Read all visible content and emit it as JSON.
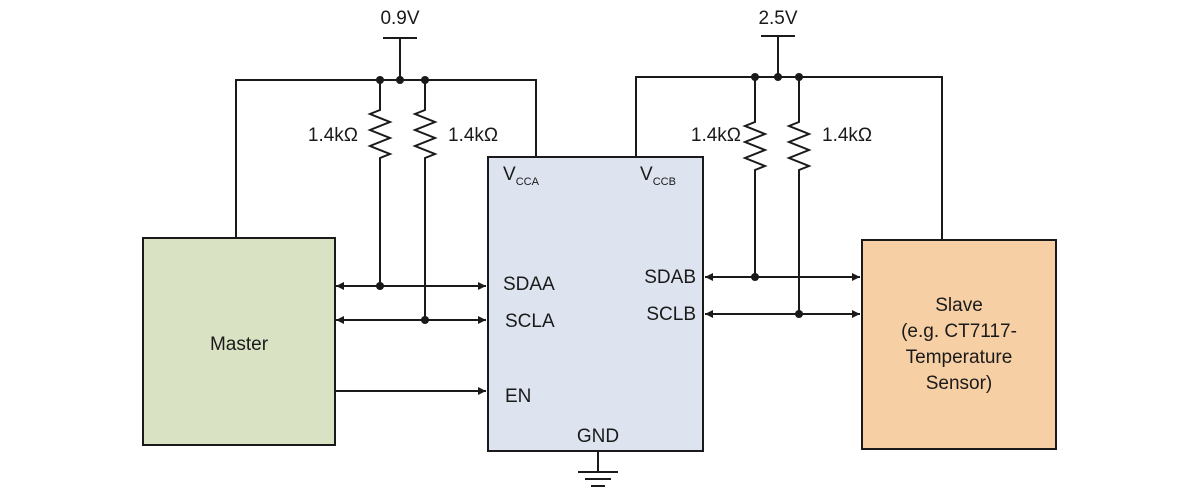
{
  "supplies": {
    "left": "0.9V",
    "right": "2.5V"
  },
  "resistors": {
    "r1": "1.4kΩ",
    "r2": "1.4kΩ",
    "r3": "1.4kΩ",
    "r4": "1.4kΩ"
  },
  "master": {
    "label": "Master"
  },
  "translator": {
    "vcca_main": "V",
    "vcca_sub": "CCA",
    "vccb_main": "V",
    "vccb_sub": "CCB",
    "sdaa": "SDAA",
    "scla": "SCLA",
    "en": "EN",
    "sdab": "SDAB",
    "sclb": "SCLB",
    "gnd": "GND"
  },
  "slave": {
    "lines": [
      "Slave",
      "(e.g. CT7117-",
      "Temperature",
      "Sensor)"
    ]
  },
  "colors": {
    "master_fill": "#d9e3c4",
    "translator_fill": "#dde4ef",
    "slave_fill": "#f6cfa4",
    "line": "#1a1a1a"
  }
}
